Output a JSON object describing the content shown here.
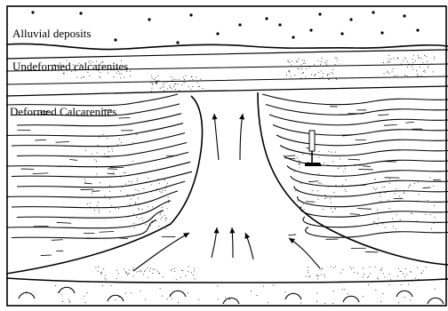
{
  "diagram": {
    "labels": {
      "alluvial": "Alluvial deposits",
      "undeformed": "Undeformed calcarenites",
      "deformed": "Deformed Calcarenites"
    },
    "colors": {
      "ink": "#000000",
      "paper": "#ffffff"
    },
    "icons": {
      "scale": "geological-hammer-icon"
    }
  }
}
